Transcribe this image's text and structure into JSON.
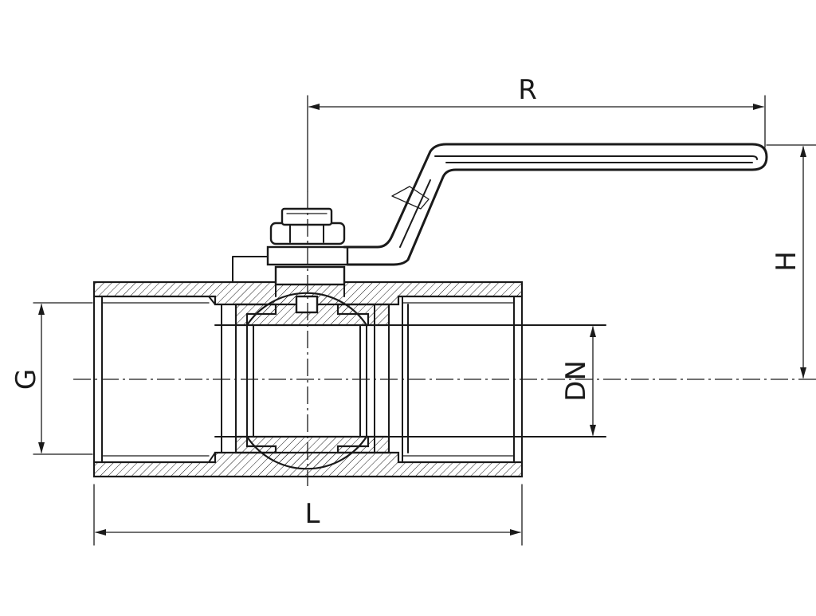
{
  "labels": {
    "R": "R",
    "H": "H",
    "G": "G",
    "DN": "DN",
    "L": "L"
  },
  "colors": {
    "line": "#1a1a1a",
    "background": "#ffffff"
  }
}
